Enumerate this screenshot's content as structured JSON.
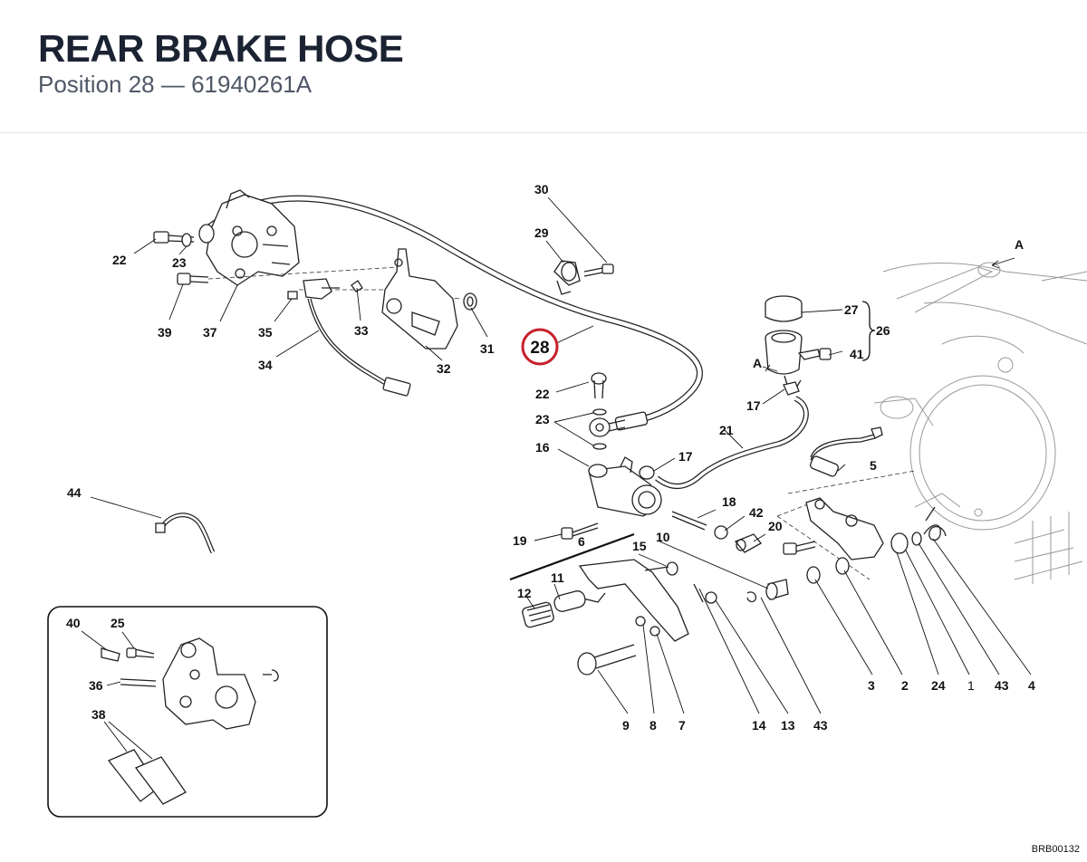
{
  "header": {
    "title": "REAR BRAKE HOSE",
    "subtitle": "Position 28 — 61940261A"
  },
  "highlight": {
    "label": "28",
    "color": "#c8202a"
  },
  "labels": {
    "p1": "1",
    "p2": "2",
    "p3": "3",
    "p4": "4",
    "p5": "5",
    "p6": "6",
    "p7": "7",
    "p8": "8",
    "p9": "9",
    "p10": "10",
    "p11": "11",
    "p12": "12",
    "p13": "13",
    "p14": "14",
    "p15": "15",
    "p16": "16",
    "p17a": "17",
    "p17b": "17",
    "p18": "18",
    "p19": "19",
    "p20": "20",
    "p21": "21",
    "p22a": "22",
    "p22b": "22",
    "p23a": "23",
    "p23b": "23",
    "p24": "24",
    "p25": "25",
    "p26": "26",
    "p27": "27",
    "p29": "29",
    "p30": "30",
    "p31": "31",
    "p32": "32",
    "p33": "33",
    "p34": "34",
    "p35": "35",
    "p36": "36",
    "p37": "37",
    "p38": "38",
    "p39": "39",
    "p40": "40",
    "p41": "41",
    "p42": "42",
    "p43a": "43",
    "p43b": "43",
    "p44": "44",
    "viewA1": "A",
    "viewA2": "A"
  },
  "footer": {
    "ref": "BRB00132"
  }
}
